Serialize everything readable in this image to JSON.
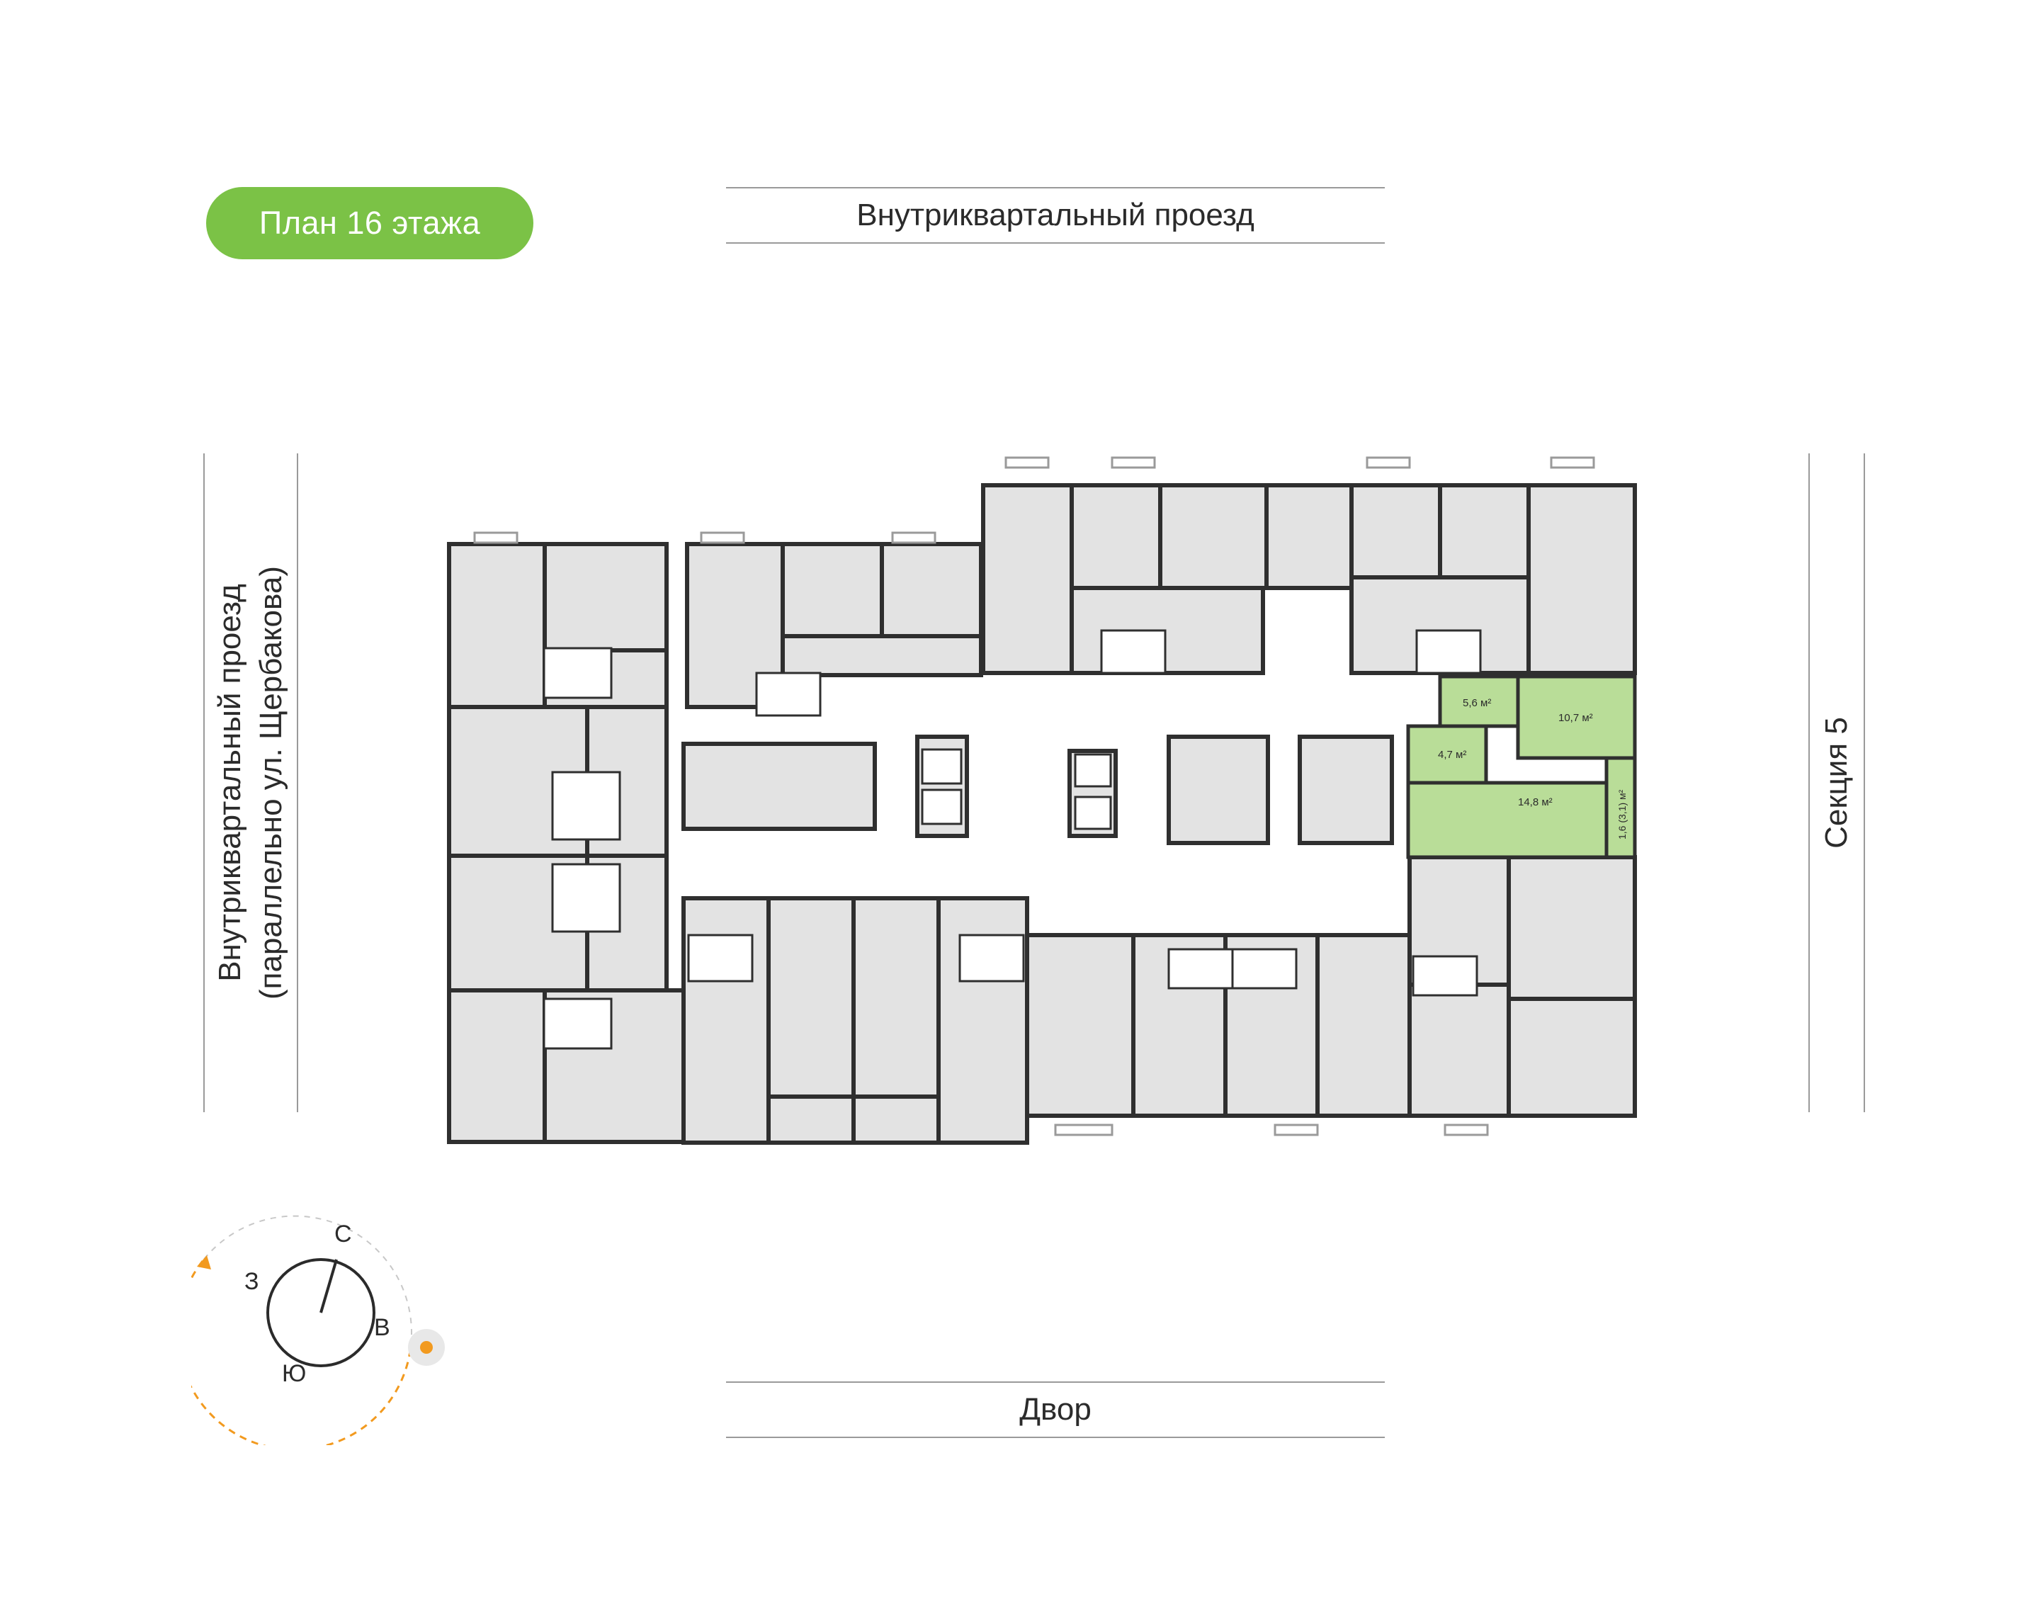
{
  "plan_badge": "План 16 этажа",
  "streets": {
    "top": "Внутриквартальный проезд",
    "bottom": "Двор",
    "left_line1": "Внутриквартальный проезд",
    "left_line2": "(параллельно ул. Щербакова)",
    "right": "Секция 5"
  },
  "apartment": {
    "highlight_color": "#b9dd98",
    "rooms": [
      {
        "area": "5,6 м²"
      },
      {
        "area": "10,7 м²"
      },
      {
        "area": "4,7 м²"
      },
      {
        "area": "14,8 м²"
      },
      {
        "area": "1,6 (3,1) м²"
      }
    ]
  },
  "compass": {
    "north": "С",
    "east": "В",
    "south": "Ю",
    "west": "З",
    "accent_color": "#f29a1f"
  },
  "colors": {
    "badge": "#7bc246",
    "room_fill": "#e3e3e3",
    "wall": "#2f2f2f"
  }
}
